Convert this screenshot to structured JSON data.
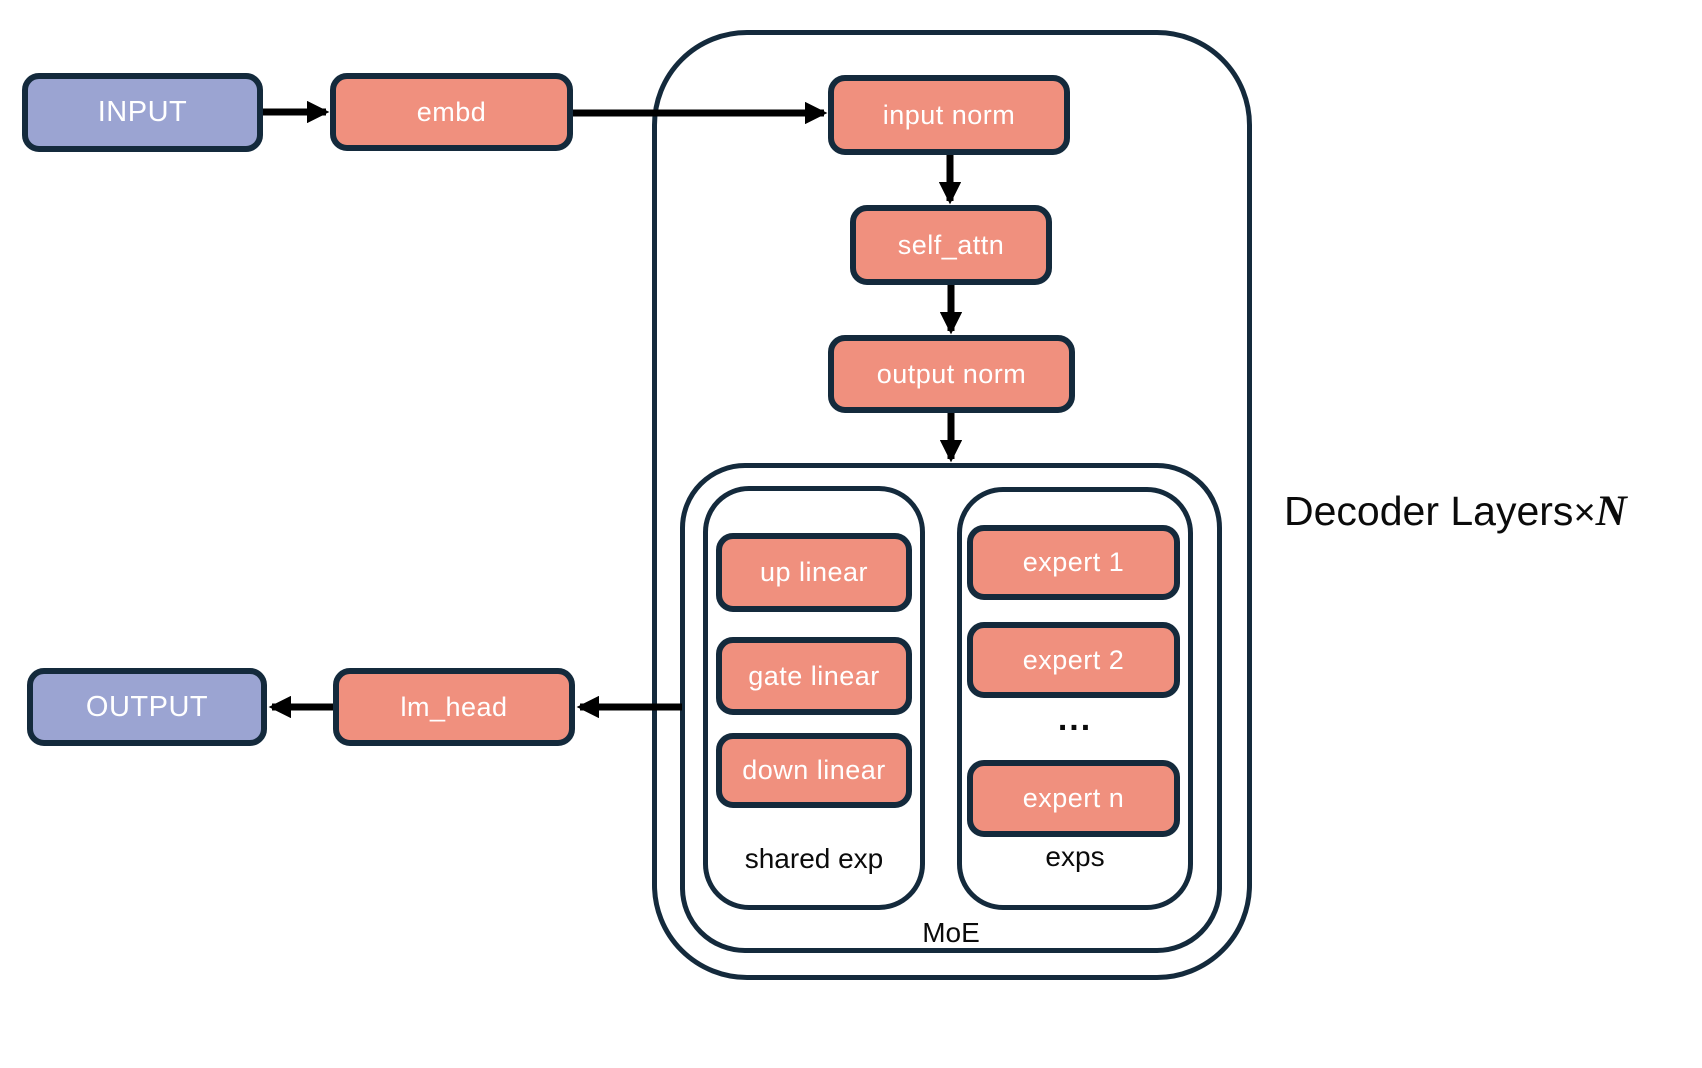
{
  "diagram": {
    "nodes": {
      "input": "INPUT",
      "embd": "embd",
      "input_norm": "input norm",
      "self_attn": "self_attn",
      "output_norm": "output norm",
      "lm_head": "lm_head",
      "output": "OUTPUT"
    },
    "moe": {
      "label": "MoE",
      "shared_exp": {
        "label": "shared exp",
        "up_linear": "up linear",
        "gate_linear": "gate linear",
        "down_linear": "down linear"
      },
      "exps": {
        "label": "exps",
        "expert_1": "expert 1",
        "expert_2": "expert 2",
        "ellipsis": "...",
        "expert_n": "expert n"
      }
    },
    "annotation": {
      "decoder_layers": "Decoder Layers",
      "times_symbol": "×",
      "n_symbol": "N"
    },
    "colors": {
      "io_fill": "#9BA4D2",
      "module_fill": "#F0907E",
      "outline": "#142A3C",
      "arrow": "#000000",
      "box_text": "#FFFFFF",
      "label_text": "#0B0B0B",
      "background": "#FFFFFF"
    }
  }
}
